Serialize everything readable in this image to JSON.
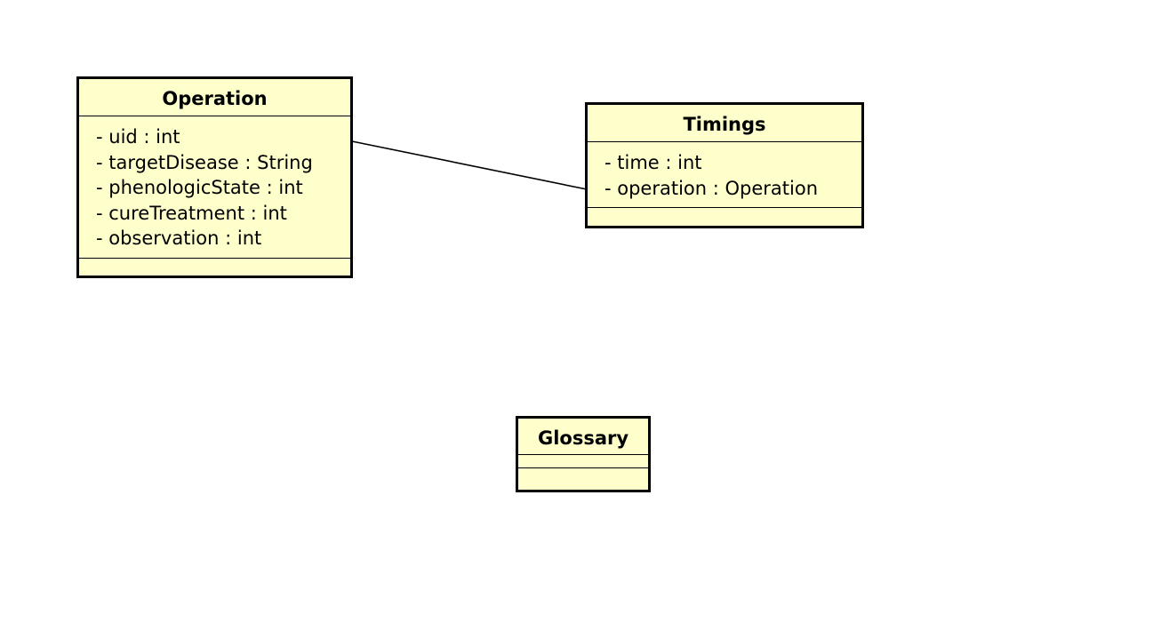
{
  "diagram": {
    "classes": [
      {
        "id": "operation",
        "name": "Operation",
        "attributes": [
          "- uid : int",
          "- targetDisease : String",
          "- phenologicState : int",
          "- cureTreatment : int",
          "- observation : int"
        ],
        "methods": []
      },
      {
        "id": "timings",
        "name": "Timings",
        "attributes": [
          "- time : int",
          "- operation : Operation"
        ],
        "methods": []
      },
      {
        "id": "glossary",
        "name": "Glossary",
        "attributes": [],
        "methods": []
      }
    ],
    "associations": [
      {
        "from": "operation",
        "to": "timings"
      }
    ],
    "colors": {
      "class_fill": "#ffffcc",
      "class_border": "#000000",
      "line": "#000000",
      "background": "#ffffff"
    }
  }
}
